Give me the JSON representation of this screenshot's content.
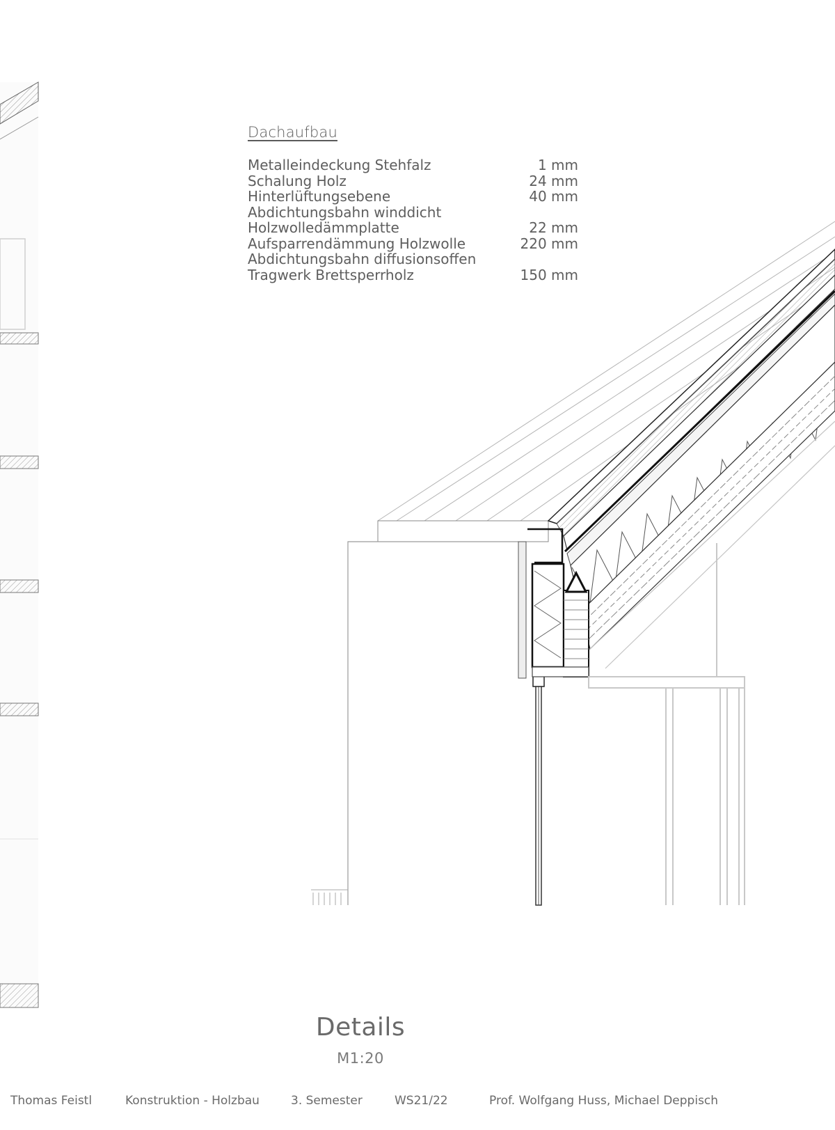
{
  "legend": {
    "title": "Dachaufbau",
    "layers": [
      {
        "name": "Metalleindeckung Stehfalz",
        "value": "1 mm"
      },
      {
        "name": "Schalung Holz",
        "value": "24 mm"
      },
      {
        "name": "Hinterlüftungsebene",
        "value": "40 mm"
      },
      {
        "name": "Abdichtungsbahn winddicht",
        "value": ""
      },
      {
        "name": "Holzwolledämmplatte",
        "value": "22 mm"
      },
      {
        "name": "Aufsparrendämmung Holzwolle",
        "value": "220 mm"
      },
      {
        "name": "Abdichtungsbahn diffusionsoffen",
        "value": ""
      },
      {
        "name": "Tragwerk Brettsperrholz",
        "value": "150 mm"
      }
    ]
  },
  "title": "Details",
  "scale": "M1:20",
  "footer": {
    "author": "Thomas Feistl",
    "course": "Konstruktion - Holzbau",
    "semester": "3. Semester",
    "term": "WS21/22",
    "professors": "Prof. Wolfgang Huss, Michael Deppisch"
  },
  "colors": {
    "line_dark": "#1a1a1a",
    "line_mid": "#777777",
    "line_light": "#c4c4c4",
    "fill_light": "#f7f7f7"
  }
}
